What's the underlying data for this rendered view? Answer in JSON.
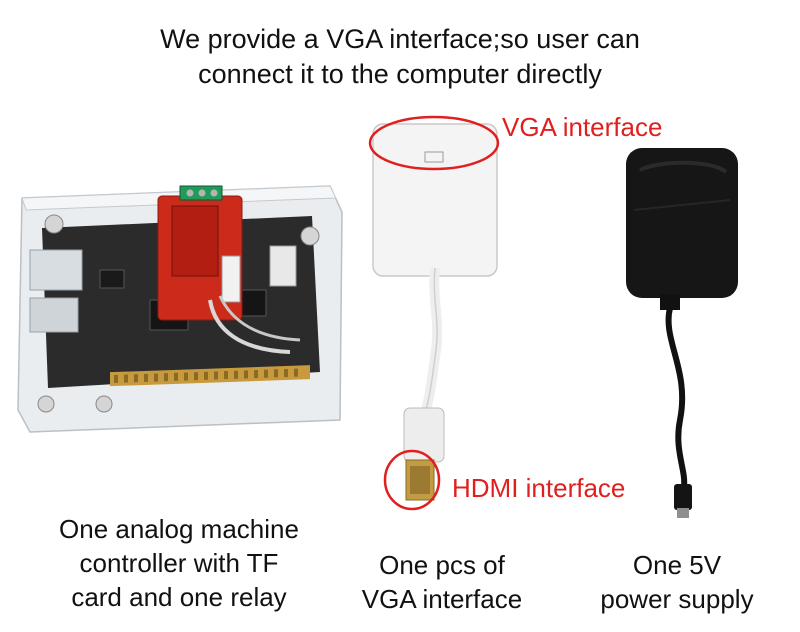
{
  "headline": {
    "line1": "We provide a VGA interface;so user can",
    "line2": "connect it to the computer directly"
  },
  "callouts": {
    "vga": "VGA interface",
    "hdmi": "HDMI interface"
  },
  "captions": {
    "controller": [
      "One analog machine",
      "controller with TF",
      "card and one relay"
    ],
    "vga": [
      "One pcs of",
      "VGA interface"
    ],
    "power": [
      "One 5V",
      "power supply"
    ]
  },
  "colors": {
    "callout": "#e0201f",
    "relay": "#cc2a1a",
    "terminal": "#1f9b5a",
    "board": "#2b2b2b",
    "adapter": "#f4f4f4",
    "psu": "#161616"
  }
}
